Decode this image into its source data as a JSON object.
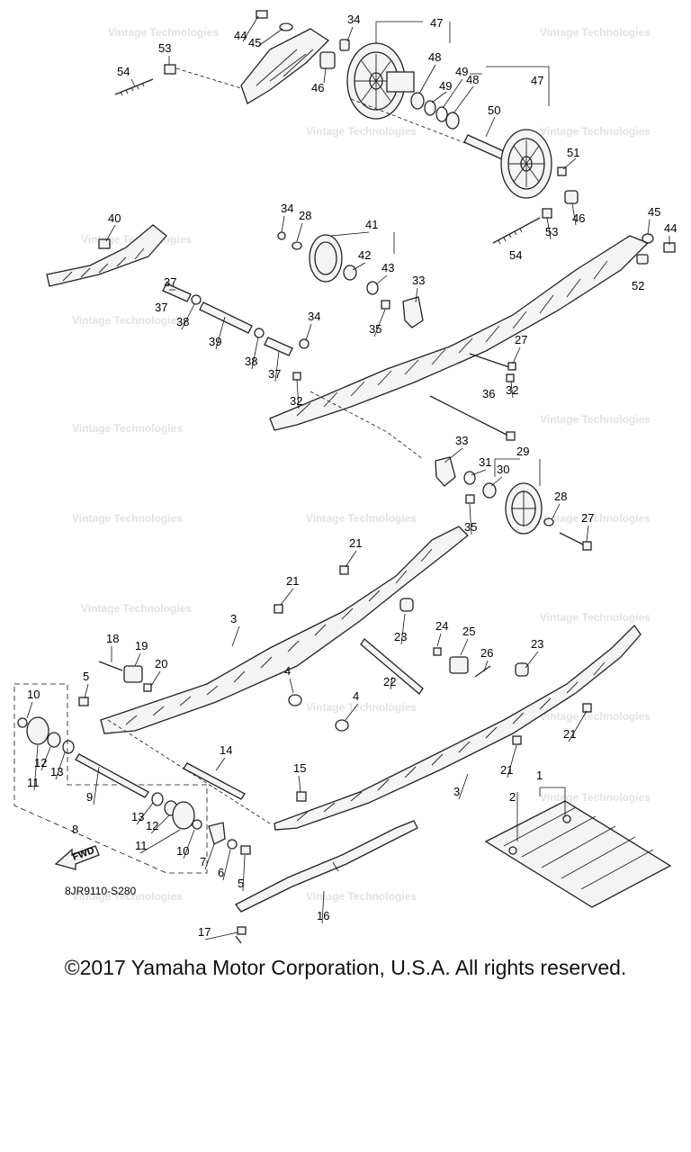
{
  "diagram": {
    "code": "8JR9110-S280",
    "fwd_label": "FWD",
    "watermark": "Vintage Technologies",
    "callouts": [
      "1",
      "2",
      "3",
      "4",
      "5",
      "6",
      "7",
      "8",
      "9",
      "10",
      "11",
      "12",
      "13",
      "14",
      "15",
      "16",
      "17",
      "18",
      "19",
      "20",
      "21",
      "22",
      "23",
      "24",
      "25",
      "26",
      "27",
      "28",
      "29",
      "30",
      "31",
      "32",
      "33",
      "34",
      "35",
      "36",
      "37",
      "38",
      "39",
      "40",
      "41",
      "42",
      "43",
      "44",
      "45",
      "46",
      "47",
      "48",
      "49",
      "50",
      "51",
      "52",
      "53",
      "54"
    ]
  },
  "footer": {
    "copyright": "©2017 Yamaha Motor Corporation, U.S.A. All rights reserved."
  }
}
